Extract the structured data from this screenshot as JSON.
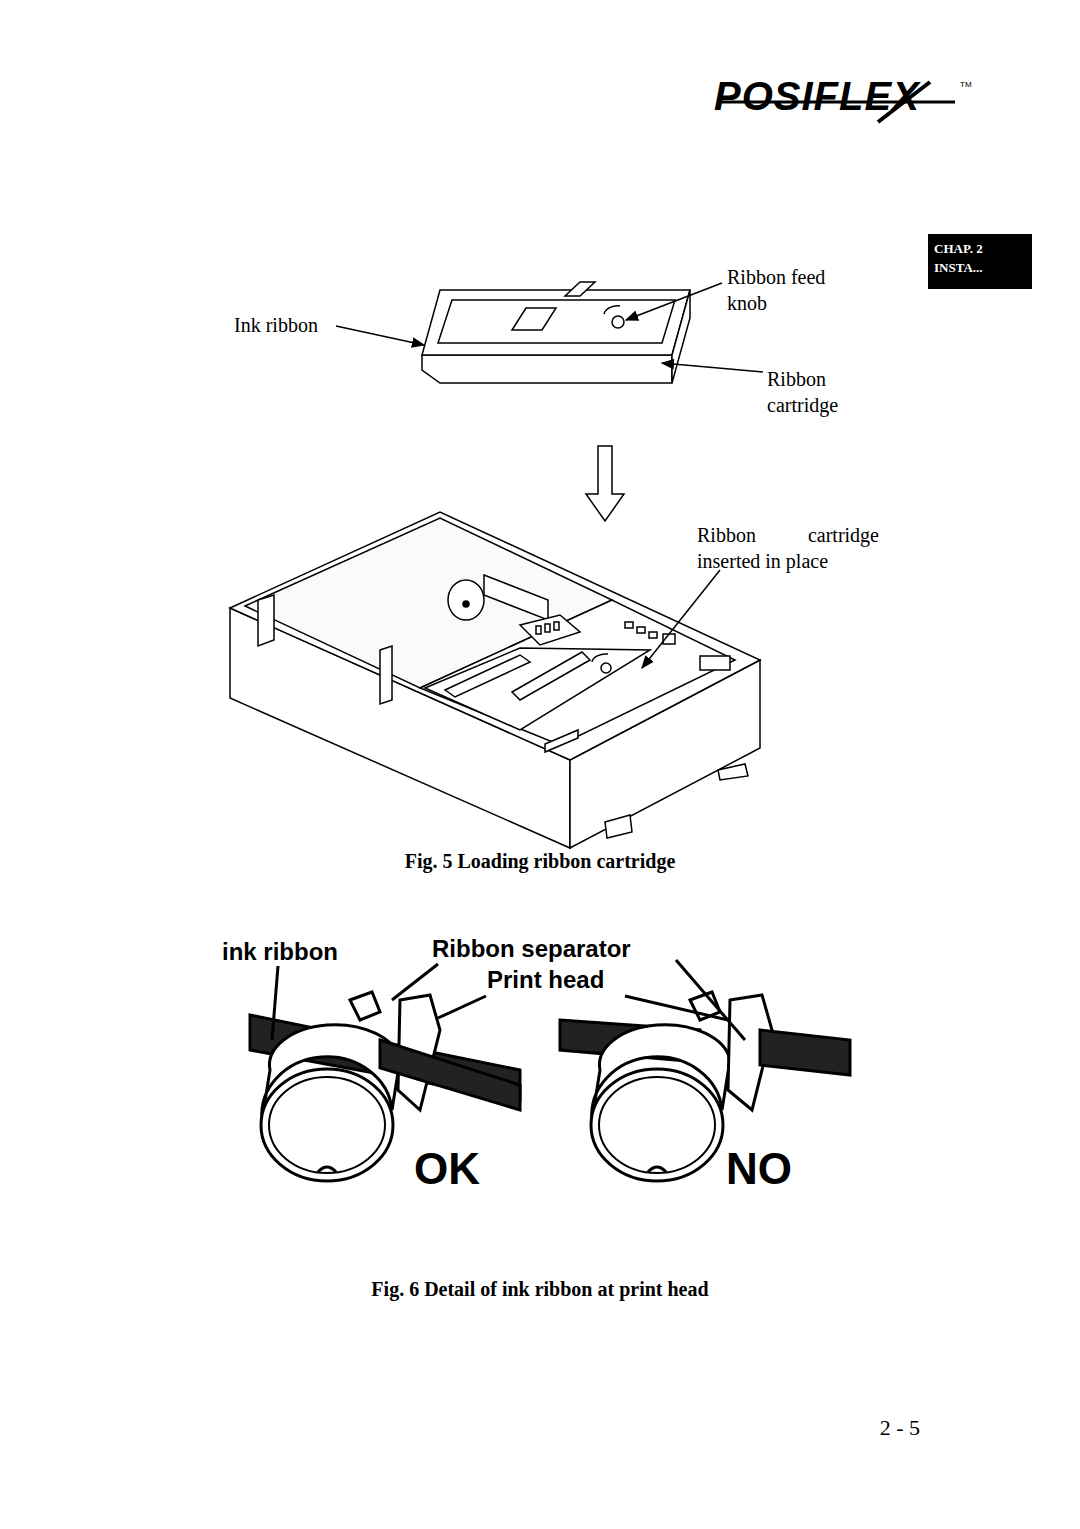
{
  "diagram": {
    "nodes": [
      {
        "text": [
          "CHAP. 2 INSTA..."
        ]
      }
    ],
    "labels": [
      "POSIFLEX",
      "TM",
      "Ink ribbon",
      "Ribbon feed knob",
      "Ribbon cartridge",
      "Ribbon cartridge inserted in place",
      "Fig. 5 Loading ribbon cartridge",
      "ink ribbon",
      "Ribbon separator",
      "Print head",
      "OK",
      "NO",
      "Fig. 6 Detail of ink ribbon at print head",
      "2 - 5"
    ]
  }
}
